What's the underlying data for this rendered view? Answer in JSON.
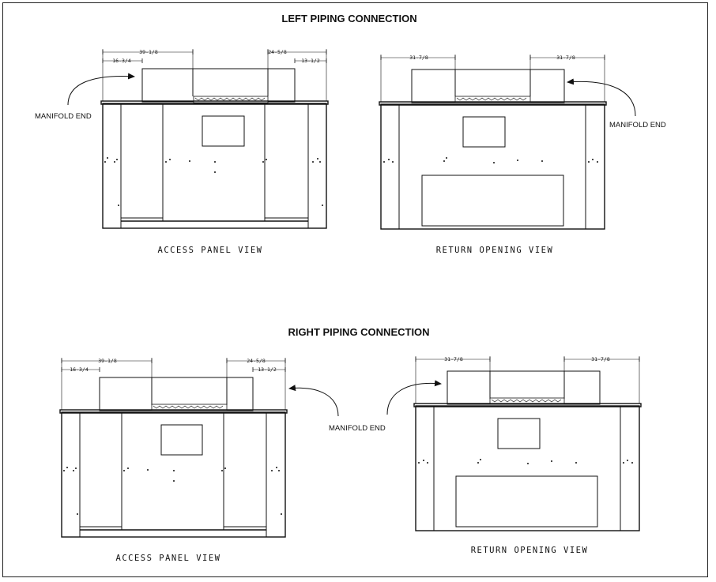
{
  "sections": {
    "left": {
      "title": "LEFT PIPING CONNECTION",
      "access": {
        "caption": "ACCESS PANEL VIEW",
        "dims": {
          "a": "39-1/8",
          "b": "16-3/4",
          "c": "24-5/8",
          "d": "13-1/2"
        }
      },
      "return": {
        "caption": "RETURN OPENING VIEW",
        "dims": {
          "a": "31-7/8",
          "b": "31-7/8"
        }
      },
      "manifold_label": "MANIFOLD END"
    },
    "right": {
      "title": "RIGHT PIPING CONNECTION",
      "access": {
        "caption": "ACCESS PANEL VIEW",
        "dims": {
          "a": "39-1/8",
          "b": "16-3/4",
          "c": "24-5/8",
          "d": "13-1/2"
        }
      },
      "return": {
        "caption": "RETURN OPENING VIEW",
        "dims": {
          "a": "31-7/8",
          "b": "31-7/8"
        }
      },
      "manifold_label": "MANIFOLD END"
    }
  }
}
